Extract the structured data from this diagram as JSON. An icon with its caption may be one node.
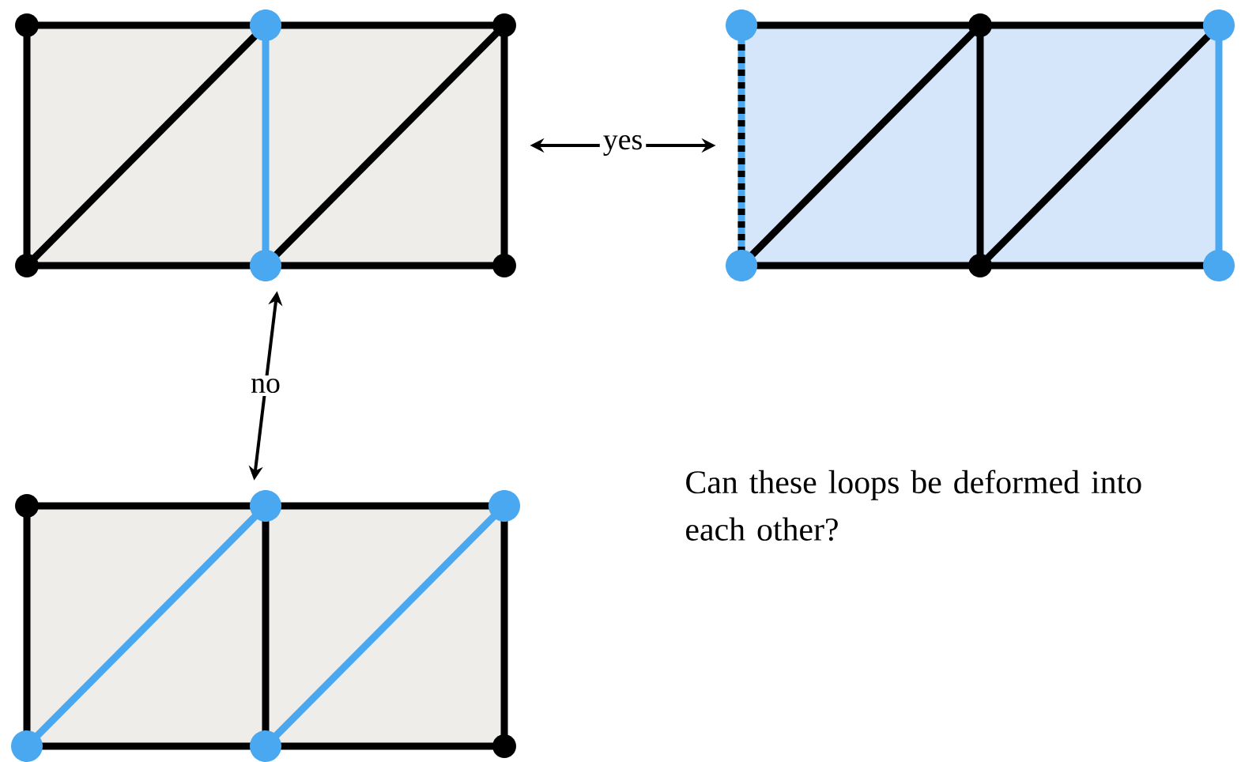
{
  "diagram": {
    "nodes": [
      {
        "text": [],
        "shape": "picture"
      },
      {
        "text": [],
        "shape": "picture"
      },
      {
        "text": [],
        "shape": "picture"
      }
    ],
    "edges": [
      {
        "from": 0,
        "to": 1,
        "arrow": "both",
        "label": "yes"
      },
      {
        "from": 2,
        "to": 0,
        "arrow": "both",
        "label": "no"
      }
    ],
    "labels": [
      "Can these loops be deformed into each other?"
    ]
  }
}
